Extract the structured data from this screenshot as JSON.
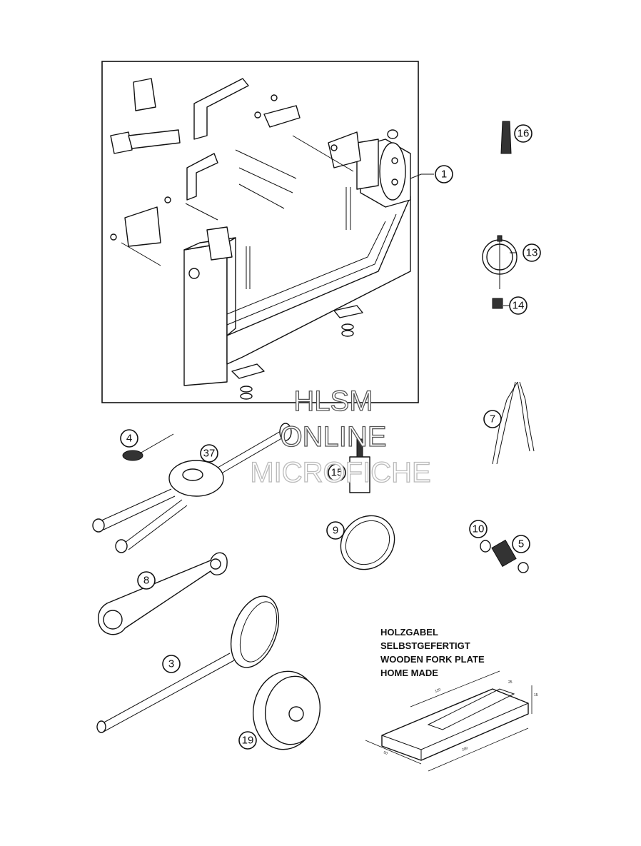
{
  "callouts": [
    {
      "id": "1",
      "label": "1"
    },
    {
      "id": "16",
      "label": "16"
    },
    {
      "id": "13",
      "label": "13"
    },
    {
      "id": "14",
      "label": "14"
    },
    {
      "id": "7",
      "label": "7"
    },
    {
      "id": "4",
      "label": "4"
    },
    {
      "id": "37",
      "label": "37"
    },
    {
      "id": "15",
      "label": "15"
    },
    {
      "id": "9",
      "label": "9"
    },
    {
      "id": "10",
      "label": "10"
    },
    {
      "id": "5",
      "label": "5"
    },
    {
      "id": "8",
      "label": "8"
    },
    {
      "id": "3",
      "label": "3"
    },
    {
      "id": "19",
      "label": "19"
    }
  ],
  "note": {
    "line1": "HOLZGABEL",
    "line2": "SELBSTGEFERTIGT",
    "line3": "WOODEN FORK PLATE",
    "line4": "HOME MADE"
  },
  "dimensions": {
    "length": "200",
    "slot": "120",
    "width": "50",
    "height": "25",
    "depth": "15"
  },
  "watermark": {
    "line1": "HLSM",
    "line2": "ONLINE",
    "line3": "MICROFICHE"
  }
}
